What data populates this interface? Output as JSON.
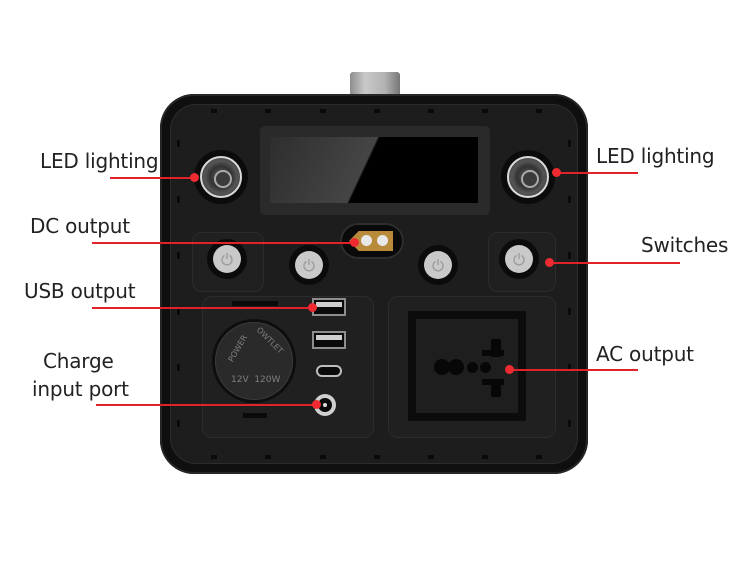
{
  "product": "portable power station front panel",
  "colors": {
    "leader_line": "#e2222b",
    "body": "#1d1d1d",
    "switch_button": "#c9c9c9",
    "dc_plate": "#b88a3a"
  },
  "callouts": {
    "left": [
      {
        "id": "led-left",
        "label": "LED lighting"
      },
      {
        "id": "dc-output",
        "label": "DC output"
      },
      {
        "id": "usb-output",
        "label": "USB output"
      },
      {
        "id": "charge-input",
        "label_line1": "Charge",
        "label_line2": "input port"
      }
    ],
    "right": [
      {
        "id": "led-right",
        "label": "LED lighting"
      },
      {
        "id": "switches",
        "label": "Switches"
      },
      {
        "id": "ac-output",
        "label": "AC output"
      }
    ]
  },
  "cigarette_socket": {
    "text_left": "POWER",
    "text_right": "OWTLET",
    "rating": "12V  120W"
  },
  "icons": {
    "power": "power-symbol"
  }
}
